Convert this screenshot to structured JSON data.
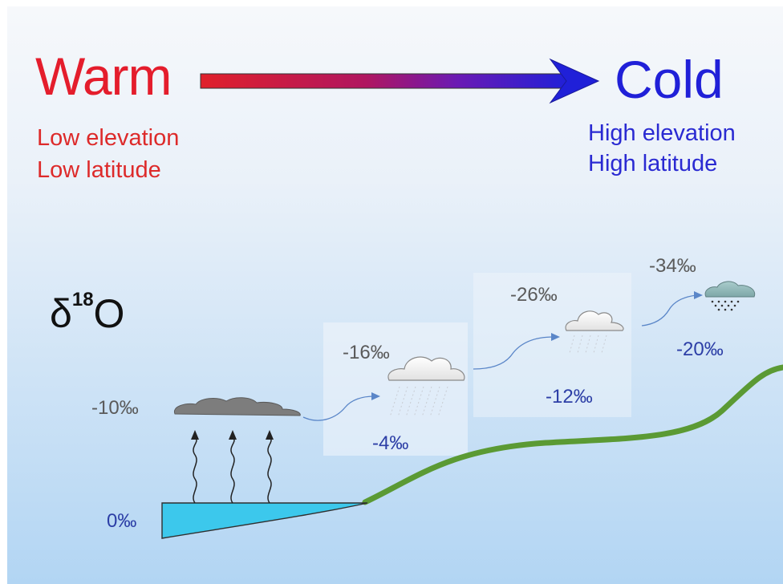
{
  "header": {
    "warm": "Warm",
    "warm_sub1": "Low elevation",
    "warm_sub2": "Low latitude",
    "cold": "Cold",
    "cold_sub1": "High elevation",
    "cold_sub2": "High latitude"
  },
  "delta": {
    "symbol": "δ",
    "mass": "18",
    "element": "O"
  },
  "stages": [
    {
      "vapor": "-10‰",
      "precip": ""
    },
    {
      "vapor": "-16‰",
      "precip": "-4‰"
    },
    {
      "vapor": "-26‰",
      "precip": "-12‰"
    },
    {
      "vapor": "-34‰",
      "precip": "-20‰"
    }
  ],
  "sea_value": "0‰",
  "colors": {
    "warm": "#e41d2c",
    "cold": "#2020d8",
    "terrain": "#5b9a34",
    "ocean": "#3cc8ec",
    "sky_top": "#f4f7fb",
    "sky_bottom": "#b4d6f3"
  }
}
